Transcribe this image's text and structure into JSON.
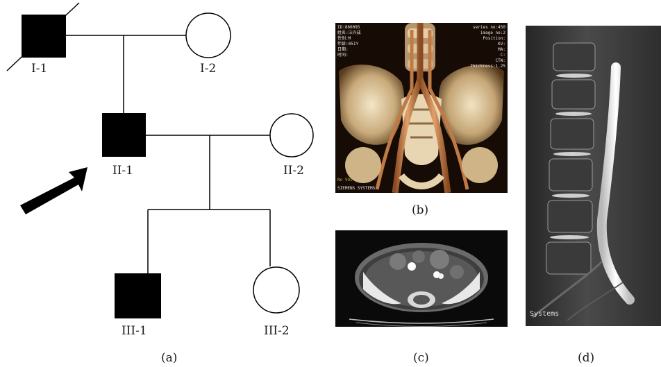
{
  "pedigree": {
    "individuals": [
      {
        "id": "I-1",
        "sex": "male",
        "affected": true,
        "deceased": true
      },
      {
        "id": "I-2",
        "sex": "female",
        "affected": false,
        "deceased": false
      },
      {
        "id": "II-1",
        "sex": "male",
        "affected": true,
        "proband": true
      },
      {
        "id": "II-2",
        "sex": "female",
        "affected": false
      },
      {
        "id": "III-1",
        "sex": "male",
        "affected": true
      },
      {
        "id": "III-2",
        "sex": "female",
        "affected": false
      }
    ],
    "labels": {
      "I1": "I-1",
      "I2": "I-2",
      "II1": "II-1",
      "II2": "II-2",
      "III1": "III-1",
      "III2": "III-2"
    }
  },
  "panels": {
    "a": "(a)",
    "b": "(b)",
    "c": "(c)",
    "d": "(d)"
  },
  "image_b_overlay": {
    "line1": "ID:860095",
    "line2": "姓名:汪兴成",
    "line3": "性别:M",
    "line4": "年龄:051Y",
    "line5": "日期:",
    "line6": "时间:",
    "right1": "series no:450",
    "right2": "image no:2",
    "right3": "Position:",
    "right4": "KV:",
    "right5": "MA:",
    "right6": "C:",
    "right7": "CTW:",
    "right8": "Thickness:1.25",
    "bottom_left": "No VOI",
    "bottom_left2": "SIEMENS SYSTEMS"
  },
  "image_d_overlay": {
    "text": "Systems"
  },
  "colors": {
    "affected_fill": "#000000",
    "line": "#000000"
  }
}
